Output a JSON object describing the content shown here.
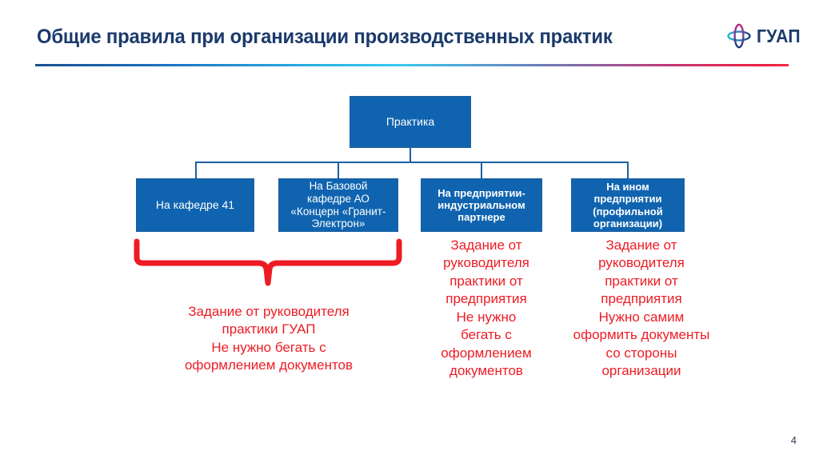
{
  "header": {
    "title": "Общие правила при организации производственных практик",
    "logo_text": "ГУАП",
    "logo_icon": "guap-cross-logo-icon"
  },
  "diagram": {
    "root": {
      "label": "Практика"
    },
    "branches": [
      {
        "id": "kafedra",
        "label": "На кафедре 41"
      },
      {
        "id": "base",
        "label": "На Базовой\nкафедре АО\n«Концерн «Гранит-\nЭлектрон»"
      },
      {
        "id": "industrial",
        "label": "На предприятии-\nиндустриальном\nпартнере"
      },
      {
        "id": "other",
        "label": "На ином\nпредприятии\n(профильной\nорганизации)"
      }
    ]
  },
  "captions": {
    "guap": "Задание от руководителя\nпрактики ГУАП\nНе нужно бегать с\nоформлением документов",
    "industrial": "Задание от\nруководителя\nпрактики от\nпредприятия\nНе нужно\nбегать с\nоформлением\nдокументов",
    "other": "Задание от\nруководителя\nпрактики от\nпредприятия\nНужно самим\nоформить документы\nсо стороны\nорганизации"
  },
  "footer": {
    "page_number": "4"
  },
  "colors": {
    "box_blue": "#1064af",
    "box_border": "#1f5fa0",
    "title_navy": "#1b3a6b",
    "caption_red": "#ed1c24",
    "page_number": "#2c3f55"
  }
}
